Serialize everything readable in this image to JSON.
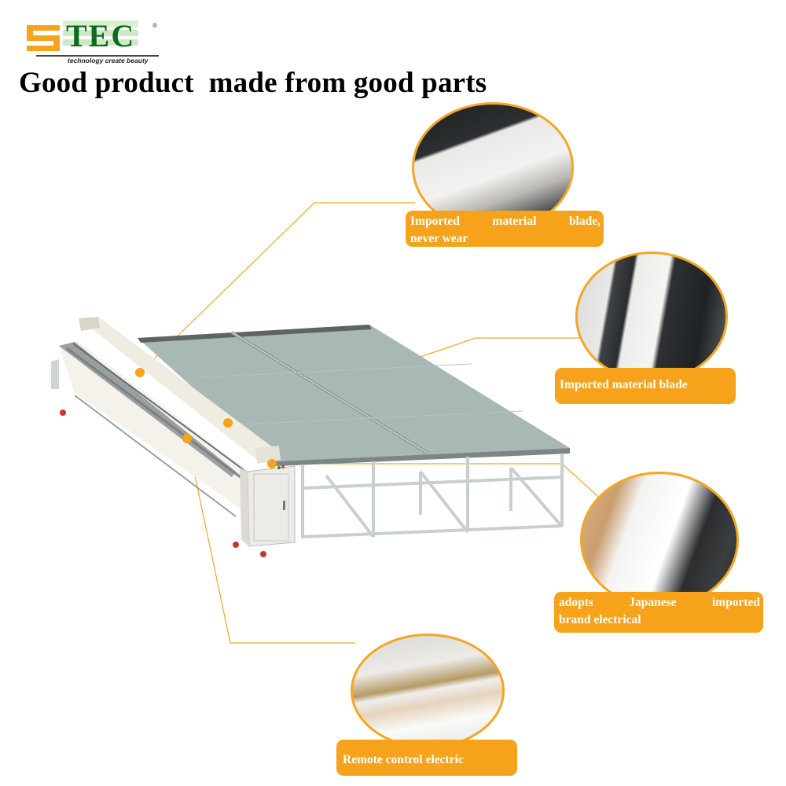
{
  "brand": {
    "logo_text": "TEC",
    "logo_registered": "®",
    "tagline": "technology create beauty",
    "colors": {
      "orange": "#f5a41c",
      "green": "#0e6b1e"
    }
  },
  "headline": "Good product  made from good parts",
  "product_image": {
    "alt": "Automatic cloth cutting machine with gray cutting table on aluminum frame, beam with cutter, control cabinet"
  },
  "callouts": [
    {
      "id": "blade-beam",
      "image_alt": "close-up of white beam housing with warning sticker",
      "label_line1": "Imported material blade,",
      "label_line2": "never wear"
    },
    {
      "id": "blade",
      "image_alt": "close-up of circular cutting blade",
      "label": "Imported material blade"
    },
    {
      "id": "electrical",
      "image_alt": "operator at control cabinet with material roll",
      "label_line1": "adopts Japanese imported",
      "label_line2": "brand electrical"
    },
    {
      "id": "remote",
      "image_alt": "hand holding remote control above cutting table",
      "label": "Remote control electric"
    }
  ],
  "colors": {
    "accent": "#f7a21b",
    "table_surface": "#a9b9b6",
    "frame": "#d9dcdc"
  }
}
